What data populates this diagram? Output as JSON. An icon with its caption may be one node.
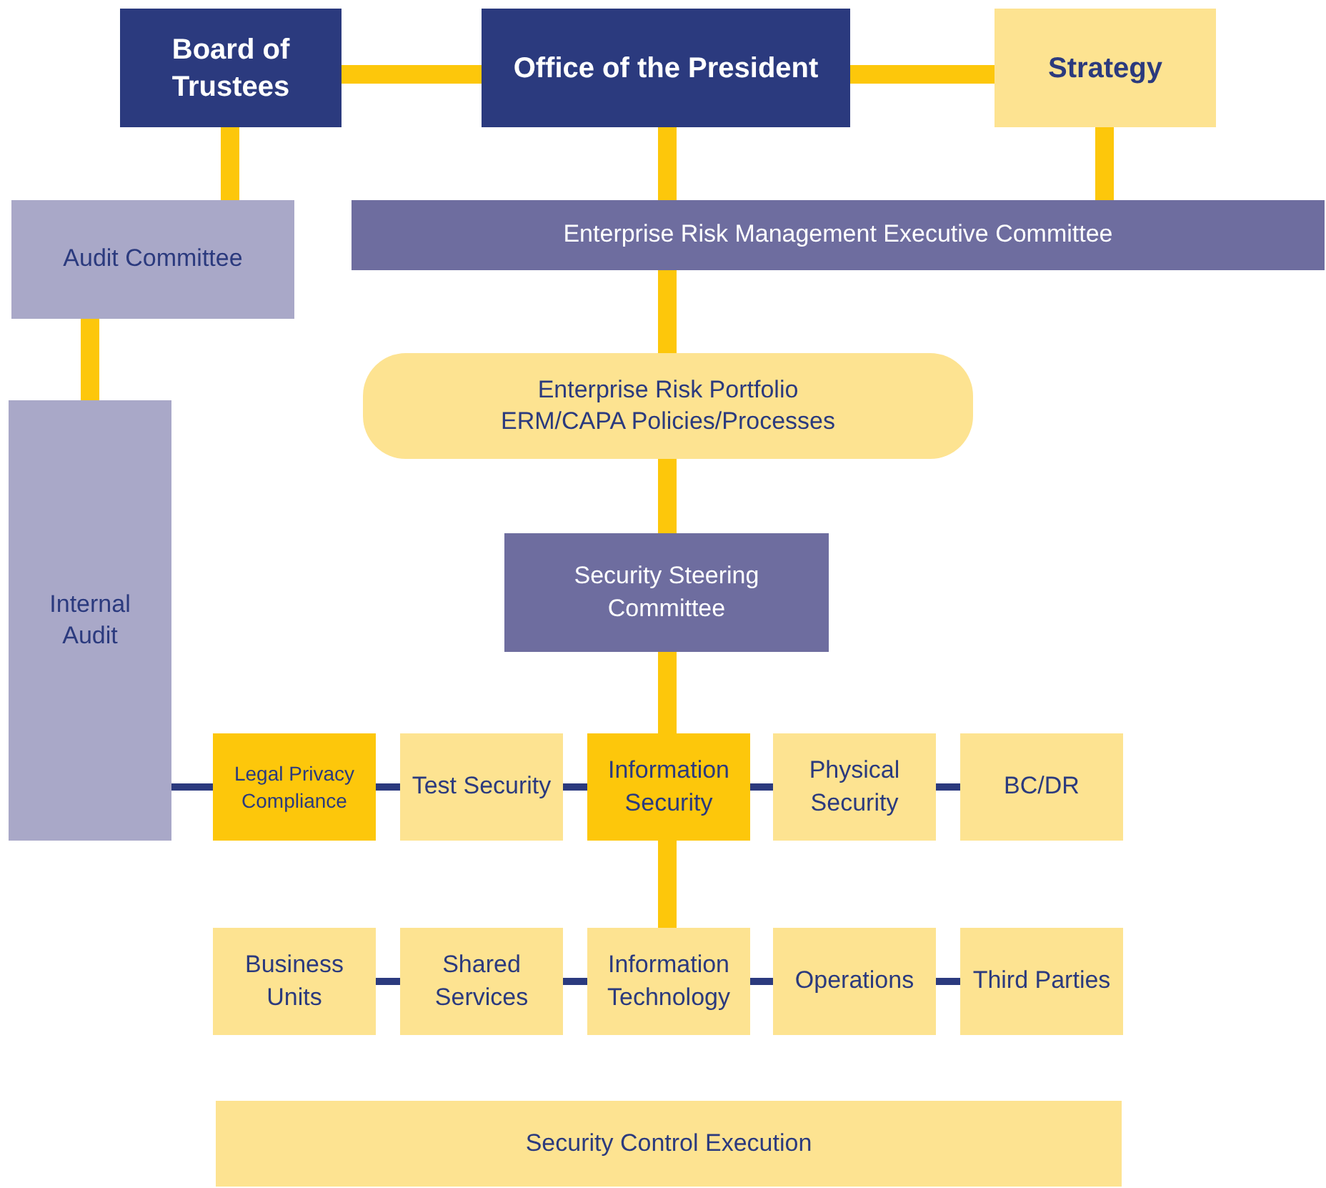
{
  "diagram": {
    "nodes": [
      {
        "text": [
          "Board of Trustees"
        ]
      },
      {
        "text": [
          "Office of the President"
        ]
      },
      {
        "text": [
          "Strategy"
        ]
      },
      {
        "text": [
          "Enterprise Risk Management Executive Committee"
        ]
      },
      {
        "text": [
          "Audit Committee"
        ]
      },
      {
        "text": [
          "Enterprise Risk Portfolio",
          "ERM/CAPA Policies/Processes"
        ]
      },
      {
        "text": [
          "Internal Audit"
        ]
      },
      {
        "text": [
          "Security Steering Committee"
        ]
      },
      {
        "text": [
          "Legal Privacy Compliance"
        ]
      },
      {
        "text": [
          "Test Security"
        ]
      },
      {
        "text": [
          "Information Security"
        ]
      },
      {
        "text": [
          "Physical Security"
        ]
      },
      {
        "text": [
          "BC/DR"
        ]
      },
      {
        "text": [
          "Business Units"
        ]
      },
      {
        "text": [
          "Shared Services"
        ]
      },
      {
        "text": [
          "Information Technology"
        ]
      },
      {
        "text": [
          "Operations"
        ]
      },
      {
        "text": [
          "Third Parties"
        ]
      },
      {
        "text": [
          "Security Control Execution"
        ]
      }
    ],
    "edges": [
      {
        "from": 0,
        "to": 1,
        "arrow": "none"
      },
      {
        "from": 1,
        "to": 2,
        "arrow": "none"
      },
      {
        "from": 0,
        "to": 4,
        "arrow": "none"
      },
      {
        "from": 1,
        "to": 3,
        "arrow": "none"
      },
      {
        "from": 2,
        "to": 3,
        "arrow": "none"
      },
      {
        "from": 4,
        "to": 6,
        "arrow": "none"
      },
      {
        "from": 3,
        "to": 5,
        "arrow": "none"
      },
      {
        "from": 5,
        "to": 7,
        "arrow": "none"
      },
      {
        "from": 7,
        "to": 10,
        "arrow": "none"
      },
      {
        "from": 10,
        "to": 15,
        "arrow": "none"
      },
      {
        "from": 6,
        "to": 8,
        "arrow": "none",
        "color": "#2b3a7e"
      },
      {
        "from": 8,
        "to": 9,
        "arrow": "none",
        "color": "#2b3a7e"
      },
      {
        "from": 9,
        "to": 10,
        "arrow": "none",
        "color": "#2b3a7e"
      },
      {
        "from": 10,
        "to": 11,
        "arrow": "none",
        "color": "#2b3a7e"
      },
      {
        "from": 11,
        "to": 12,
        "arrow": "none",
        "color": "#2b3a7e"
      },
      {
        "from": 13,
        "to": 14,
        "arrow": "none",
        "color": "#2b3a7e"
      },
      {
        "from": 14,
        "to": 15,
        "arrow": "none",
        "color": "#2b3a7e"
      },
      {
        "from": 15,
        "to": 16,
        "arrow": "none",
        "color": "#2b3a7e"
      },
      {
        "from": 16,
        "to": 17,
        "arrow": "none",
        "color": "#2b3a7e"
      }
    ]
  }
}
